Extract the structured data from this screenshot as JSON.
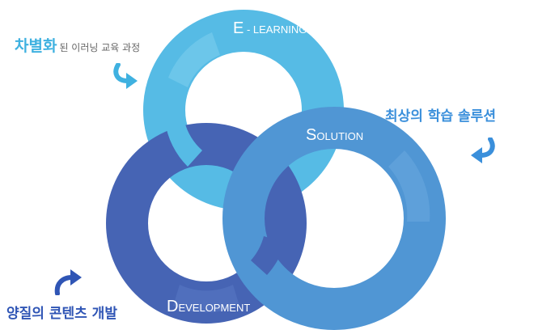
{
  "rings": {
    "elearning": {
      "initial": "E",
      "rest": " - LEARNING",
      "color": "#56bbe5",
      "highlight": "#7fd0ef"
    },
    "solution": {
      "initial": "S",
      "rest": "OLUTION",
      "color": "#5096d4",
      "highlight": "#6aa9df"
    },
    "development": {
      "initial": "D",
      "rest": "EVELOPMENT",
      "color": "#4664b4",
      "highlight": "#5a79c6"
    }
  },
  "callouts": {
    "elearning": {
      "accent": "차별화",
      "rest": "된 이러닝 교육 과정",
      "color": "#3fb1e0",
      "icon": "curved-arrow-right-icon"
    },
    "solution": {
      "text": "최상의 학습 솔루션",
      "color": "#3a8fdb",
      "icon": "curved-arrow-left-icon"
    },
    "development": {
      "text": "양질의 콘텐츠 개발",
      "color": "#2f55b5",
      "icon": "curved-arrow-up-right-icon"
    }
  }
}
